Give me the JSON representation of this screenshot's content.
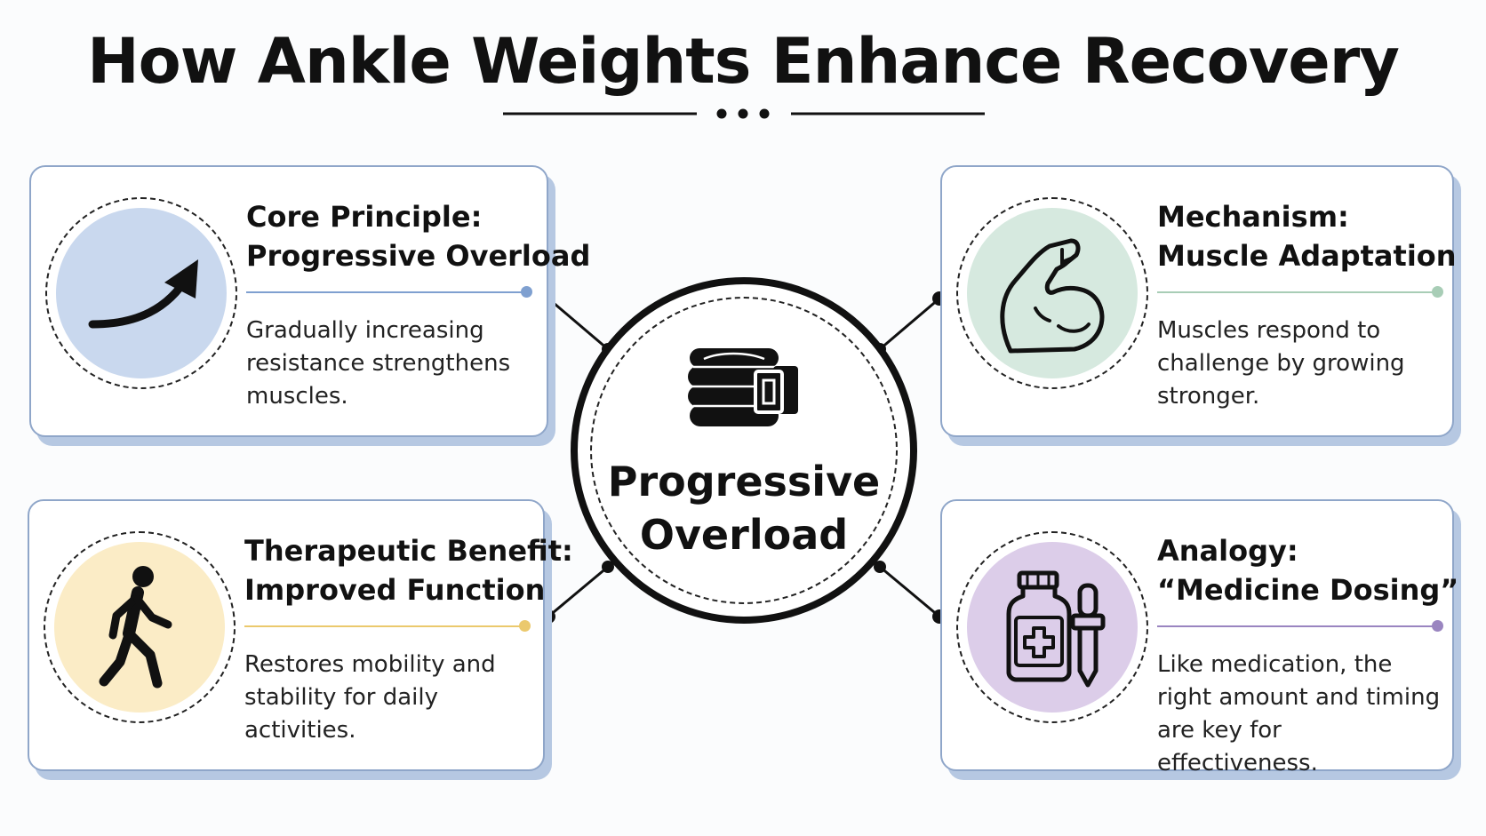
{
  "title": "How Ankle Weights Enhance Recovery",
  "center": {
    "label_line1": "Progressive",
    "label_line2": "Overload",
    "icon": "ankle-weight-icon"
  },
  "cards": [
    {
      "title_line1": "Core Principle:",
      "title_line2": "Progressive Overload",
      "description": "Gradually increasing resistance strengthens muscles.",
      "icon": "upward-arrow-icon",
      "bg_color": "#c9d8ee",
      "accent_color": "#7fa0d0"
    },
    {
      "title_line1": "Mechanism:",
      "title_line2": "Muscle Adaptation",
      "description": "Muscles respond to challenge by growing stronger.",
      "icon": "flexed-bicep-icon",
      "bg_color": "#d6e9df",
      "accent_color": "#a8cdb6"
    },
    {
      "title_line1": "Therapeutic Benefit:",
      "title_line2": "Improved Function",
      "description": "Restores mobility and stability for daily activities.",
      "icon": "walking-person-icon",
      "bg_color": "#fbecc6",
      "accent_color": "#ebc96d"
    },
    {
      "title_line1": "Analogy:",
      "title_line2": "“Medicine Dosing”",
      "description": "Like medication, the right amount and timing are key for effectiveness.",
      "icon": "medicine-bottle-dropper-icon",
      "bg_color": "#dccde9",
      "accent_color": "#9a85c0"
    }
  ]
}
